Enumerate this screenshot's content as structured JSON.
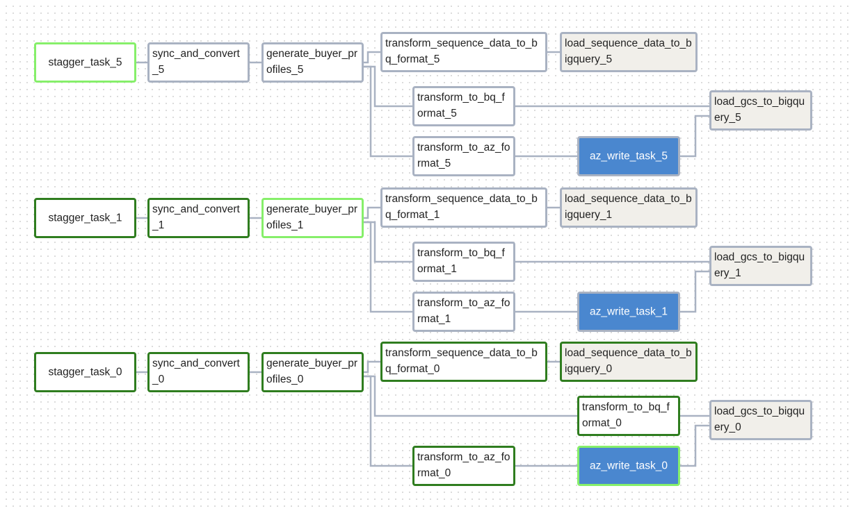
{
  "colors": {
    "edge": "#a9b2c2",
    "border_default": "#a9b2c2",
    "border_success": "#2f7d1f",
    "border_running": "#86ef6a",
    "fill_default": "#ffffff",
    "fill_light": "#f1efea",
    "fill_blue": "#4a87cf",
    "text_default": "#222222",
    "text_light": "#ffffff"
  },
  "groups": [
    {
      "id": "5",
      "nodes": {
        "stagger": {
          "label": "stagger_task_5",
          "state": "running"
        },
        "sync": {
          "label": "sync_and_convert_5",
          "state": "default"
        },
        "gen": {
          "label": "generate_buyer_profiles_5",
          "state": "default"
        },
        "tseq": {
          "label": "transform_sequence_data_to_bq_format_5",
          "state": "default"
        },
        "lseq": {
          "label": "load_sequence_data_to_bigquery_5",
          "state": "default",
          "fill": "light"
        },
        "tbq": {
          "label": "transform_to_bq_format_5",
          "state": "default"
        },
        "taz": {
          "label": "transform_to_az_format_5",
          "state": "default"
        },
        "azw": {
          "label": "az_write_task_5",
          "state": "default",
          "fill": "blue"
        },
        "lgcs": {
          "label": "load_gcs_to_bigquery_5",
          "state": "default",
          "fill": "light"
        }
      }
    },
    {
      "id": "1",
      "nodes": {
        "stagger": {
          "label": "stagger_task_1",
          "state": "success"
        },
        "sync": {
          "label": "sync_and_convert_1",
          "state": "success"
        },
        "gen": {
          "label": "generate_buyer_profiles_1",
          "state": "running"
        },
        "tseq": {
          "label": "transform_sequence_data_to_bq_format_1",
          "state": "default"
        },
        "lseq": {
          "label": "load_sequence_data_to_bigquery_1",
          "state": "default",
          "fill": "light"
        },
        "tbq": {
          "label": "transform_to_bq_format_1",
          "state": "default"
        },
        "taz": {
          "label": "transform_to_az_format_1",
          "state": "default"
        },
        "azw": {
          "label": "az_write_task_1",
          "state": "default",
          "fill": "blue"
        },
        "lgcs": {
          "label": "load_gcs_to_bigquery_1",
          "state": "default",
          "fill": "light"
        }
      }
    },
    {
      "id": "0",
      "nodes": {
        "stagger": {
          "label": "stagger_task_0",
          "state": "success"
        },
        "sync": {
          "label": "sync_and_convert_0",
          "state": "success"
        },
        "gen": {
          "label": "generate_buyer_profiles_0",
          "state": "success"
        },
        "tseq": {
          "label": "transform_sequence_data_to_bq_format_0",
          "state": "success"
        },
        "lseq": {
          "label": "load_sequence_data_to_bigquery_0",
          "state": "success",
          "fill": "light"
        },
        "tbq": {
          "label": "transform_to_bq_format_0",
          "state": "success"
        },
        "taz": {
          "label": "transform_to_az_format_0",
          "state": "success"
        },
        "azw": {
          "label": "az_write_task_0",
          "state": "running",
          "fill": "blue"
        },
        "lgcs": {
          "label": "load_gcs_to_bigquery_0",
          "state": "default",
          "fill": "light"
        }
      }
    }
  ]
}
